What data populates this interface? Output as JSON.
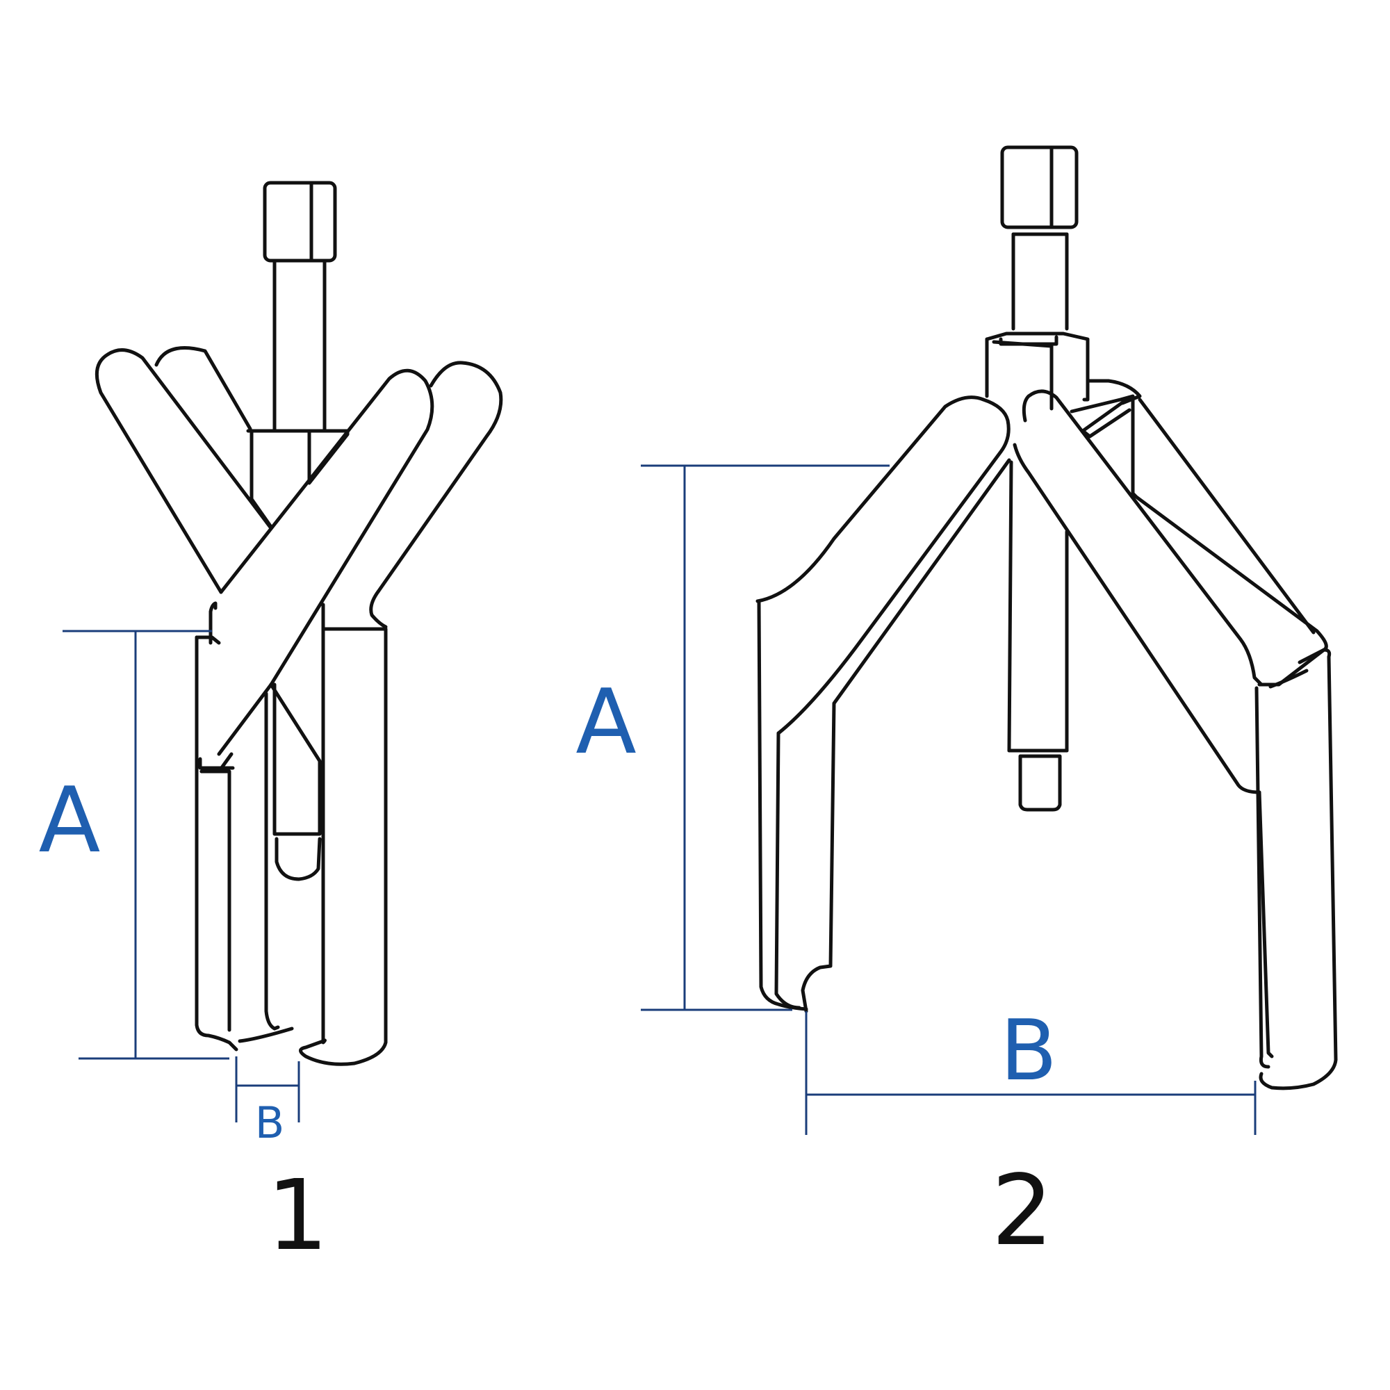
{
  "figures": [
    {
      "number": "1",
      "dimension_a_label": "A",
      "dimension_b_label": "B"
    },
    {
      "number": "2",
      "dimension_a_label": "A",
      "dimension_b_label": "B"
    }
  ],
  "colors": {
    "line": "#111111",
    "dimension_line": "#1a3d7a",
    "dimension_label": "#1f5fb0"
  }
}
